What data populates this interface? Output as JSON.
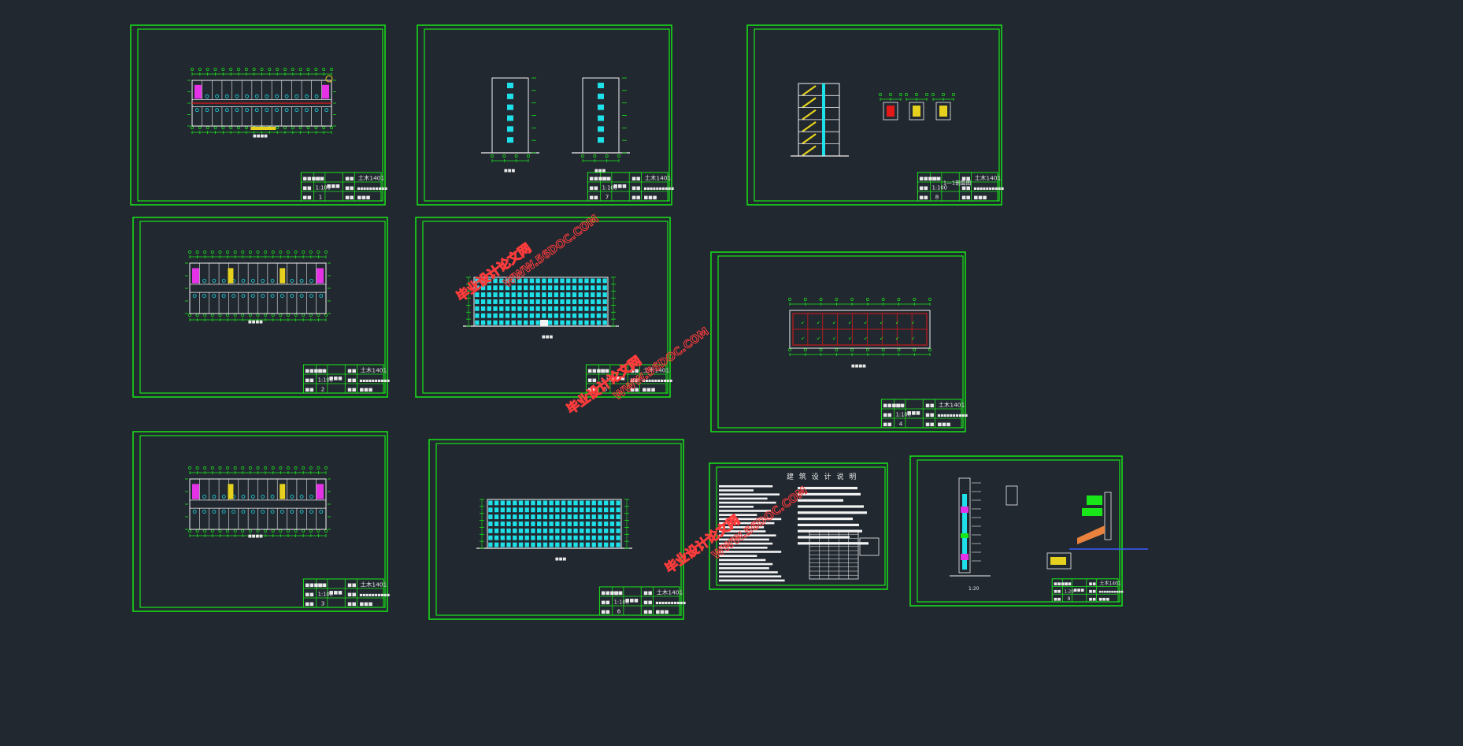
{
  "app": {
    "background": "#212830",
    "line_color": "#19e619",
    "accent_window": "#1ee0e8"
  },
  "watermarks": [
    {
      "domain": "WWW.56DOC.COM",
      "cn": "毕业设计论文网"
    },
    {
      "domain": "WWW.56DOC.COM",
      "cn": "毕业设计论文网"
    },
    {
      "domain": "WWW.56DOC.COM",
      "cn": "毕业设计论文网"
    }
  ],
  "sheets": [
    {
      "id": "s1",
      "kind": "plan-floor1",
      "scale": "1:100",
      "sheet_no": "1",
      "code": "土木1401"
    },
    {
      "id": "s2",
      "kind": "side-elevations",
      "scale": "1:100",
      "sheet_no": "7",
      "code": "土木1401"
    },
    {
      "id": "s3",
      "kind": "section",
      "scale": "1:100",
      "sheet_no": "8",
      "code": "土木1401",
      "title": "1—1剖面图"
    },
    {
      "id": "s4",
      "kind": "plan-standard",
      "scale": "1:100",
      "sheet_no": "2",
      "code": "土木1401"
    },
    {
      "id": "s5",
      "kind": "front-elevation",
      "scale": "1:100",
      "sheet_no": "5",
      "code": "土木1401"
    },
    {
      "id": "s6",
      "kind": "roof-plan",
      "scale": "1:100",
      "sheet_no": "4",
      "code": "土木1401"
    },
    {
      "id": "s7",
      "kind": "plan-top",
      "scale": "1:100",
      "sheet_no": "3",
      "code": "土木1401"
    },
    {
      "id": "s8",
      "kind": "rear-elevation",
      "scale": "1:100",
      "sheet_no": "6",
      "code": "土木1401"
    },
    {
      "id": "s9",
      "kind": "notes",
      "title": "建 筑 设 计 说 明"
    },
    {
      "id": "s10",
      "kind": "details",
      "scale": "1:20",
      "sheet_no": "9",
      "code": "土木1401",
      "detail_label": "1:20"
    }
  ]
}
